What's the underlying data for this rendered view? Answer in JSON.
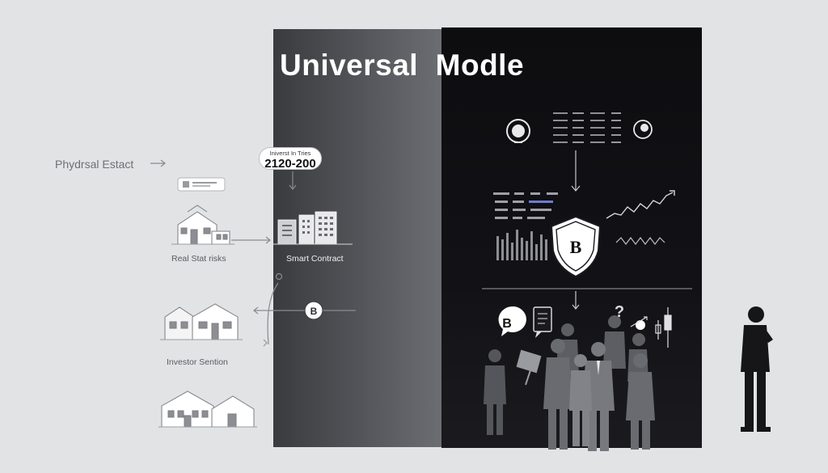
{
  "diagram": {
    "title": "Universal  Modle",
    "labels": {
      "physical_estate": "Phydrsal Estact",
      "real_estate_risks": "Real Stat risks",
      "smart_contract": "Smart Contract",
      "investor_section": "Investor Sention"
    },
    "bubble": {
      "line1": "Iniverst In Tries",
      "line2": "2120-200"
    },
    "badges": {
      "token_symbol": "B",
      "shield_symbol": "B",
      "question_mark": "?"
    },
    "colors": {
      "background": "#e2e3e5",
      "panel_left": "#55565b",
      "panel_right": "#0d0d10",
      "title": "#ffffff"
    },
    "icons": [
      "house-icon",
      "building-icon",
      "coin-icon",
      "shield-icon",
      "chart-icon",
      "people-icon",
      "chat-icon"
    ]
  }
}
